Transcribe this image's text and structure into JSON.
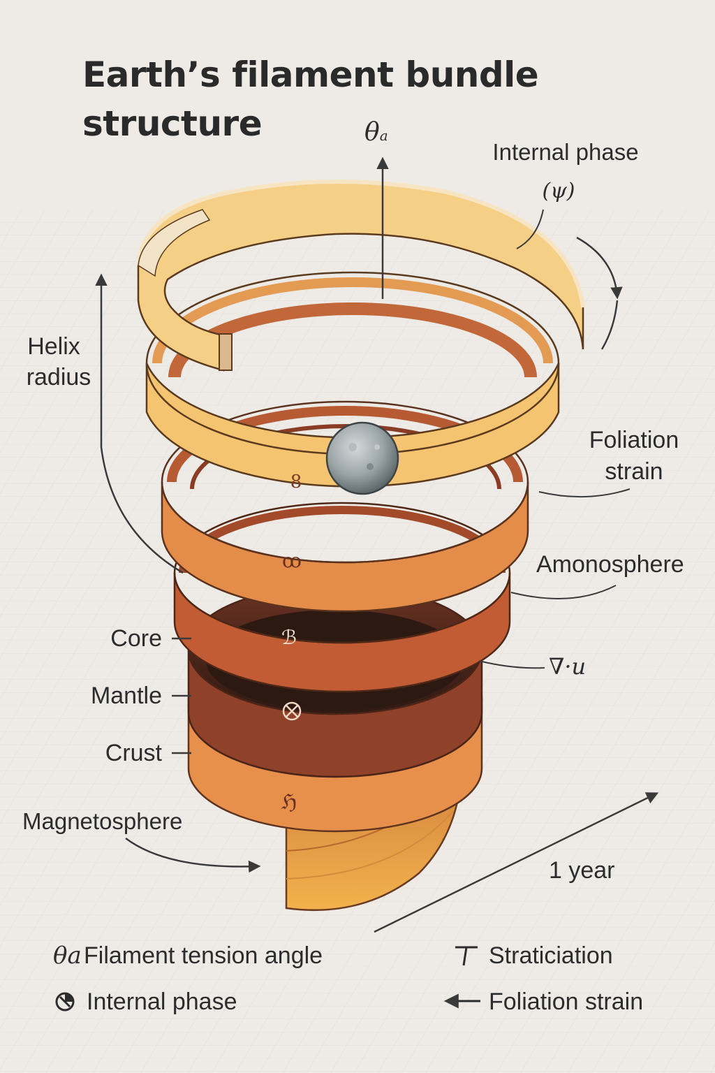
{
  "title": {
    "line1": "Earth’s filament bundle",
    "line2": "structure"
  },
  "labels": {
    "theta_axis": "θ",
    "theta_axis_sub": "a",
    "internal_phase": "Internal phase",
    "internal_phase_symbol": "(ψ)",
    "helix_radius_line1": "Helix",
    "helix_radius_line2": "radius",
    "foliation_strain_line1": "Foliation",
    "foliation_strain_line2": "strain",
    "amonosphere": "Amonosphere",
    "divergence": "∇·u",
    "core": "Core",
    "mantle": "Mantle",
    "crust": "Crust",
    "magnetosphere": "Magnetosphere",
    "one_year": "1 year"
  },
  "legend": {
    "theta_symbol": "θa",
    "theta_text": "Filament tension angle",
    "phase_text": "Internal phase",
    "strat_text": "Straticiation",
    "foliation_text": "Foliation strain"
  },
  "band_glyphs": [
    "8",
    "ꝏ",
    "ℬ",
    "⊗",
    "ℌ"
  ],
  "colors": {
    "background": "#eeebe7",
    "top_band_light": "#f3e1bf",
    "top_band": "#f5c26b",
    "orange": "#e9904a",
    "rust": "#c8653a",
    "brown": "#9c4a2c",
    "dark_brown": "#7e3a25",
    "sphere": "#9aa3a6",
    "ink": "#2b2b2b"
  }
}
